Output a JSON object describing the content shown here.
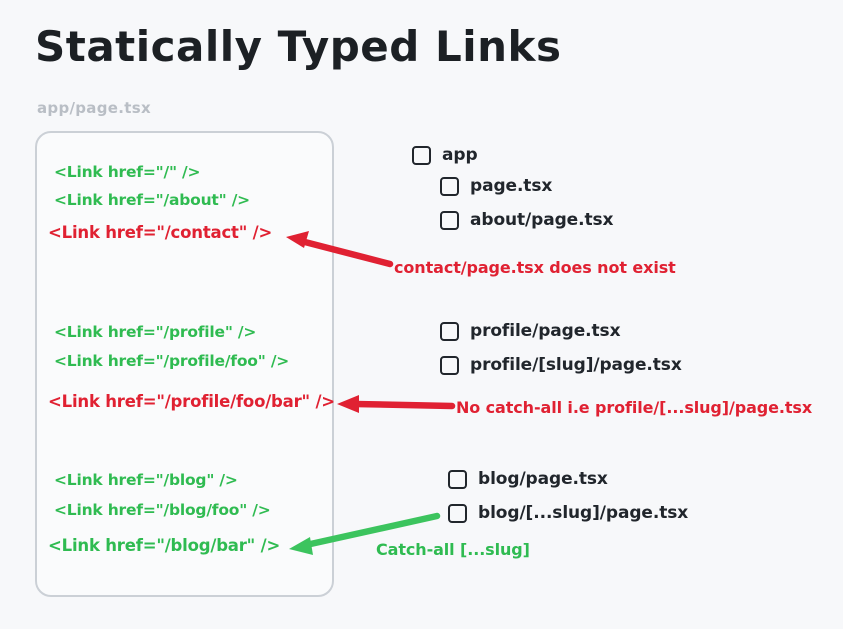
{
  "title": "Statically Typed Links",
  "caption": "app/page.tsx",
  "colors": {
    "green": "#2fbb51",
    "red": "#e02132",
    "ink": "#21262c",
    "muted": "#b9bec5",
    "background": "#f7f8fa",
    "card_border": "#cbd0d6"
  },
  "code_groups": [
    {
      "name": "root-group",
      "lines": [
        {
          "text": "<Link href=\"/\" />",
          "status": "valid"
        },
        {
          "text": "<Link href=\"/about\" />",
          "status": "valid"
        },
        {
          "text": "<Link href=\"/contact\" />",
          "status": "error"
        }
      ]
    },
    {
      "name": "profile-group",
      "lines": [
        {
          "text": "<Link href=\"/profile\" />",
          "status": "valid"
        },
        {
          "text": "<Link href=\"/profile/foo\" />",
          "status": "valid"
        },
        {
          "text": "<Link href=\"/profile/foo/bar\" />",
          "status": "error"
        }
      ]
    },
    {
      "name": "blog-group",
      "lines": [
        {
          "text": "<Link href=\"/blog\" />",
          "status": "valid"
        },
        {
          "text": "<Link href=\"/blog/foo\" />",
          "status": "valid"
        },
        {
          "text": "<Link href=\"/blog/bar\" />",
          "status": "valid"
        }
      ]
    }
  ],
  "tree": [
    {
      "label": "app",
      "depth": 0
    },
    {
      "label": "page.tsx",
      "depth": 1
    },
    {
      "label": "about/page.tsx",
      "depth": 1
    },
    {
      "label": "profile/page.tsx",
      "depth": 1
    },
    {
      "label": "profile/[slug]/page.tsx",
      "depth": 1
    },
    {
      "label": "blog/page.tsx",
      "depth": 1
    },
    {
      "label": "blog/[...slug]/page.tsx",
      "depth": 1
    }
  ],
  "annotations": [
    {
      "text": "contact/page.tsx does not exist",
      "tone": "red"
    },
    {
      "text": "No catch-all i.e profile/[...slug]/page.tsx",
      "tone": "red"
    },
    {
      "text": "Catch-all [...slug]",
      "tone": "green"
    }
  ]
}
